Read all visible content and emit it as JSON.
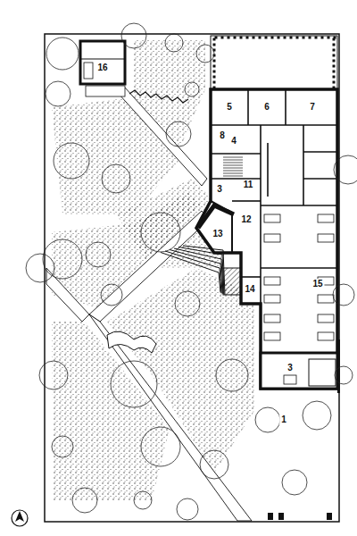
{
  "diagram": {
    "labels": [
      "16",
      "5",
      "6",
      "7",
      "8",
      "4",
      "3",
      "11",
      "12",
      "13",
      "14",
      "15",
      "3",
      "1"
    ]
  }
}
